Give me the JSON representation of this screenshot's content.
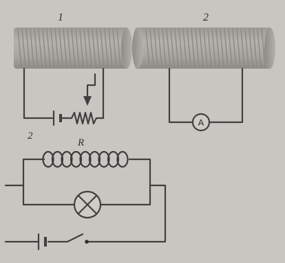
{
  "labels": {
    "coil1": "1",
    "coil2": "2",
    "coil_bottom": "2",
    "resistor": "R",
    "ammeter": "A"
  },
  "colors": {
    "background": "#c9c6c1",
    "coil_body": "#a9a6a1",
    "wire": "#3f3f3f"
  },
  "icons": {
    "ammeter": "circle-with-A",
    "lamp": "circle-with-cross",
    "battery": "cell-symbol",
    "resistor": "zigzag-resistor",
    "switch": "open-switch",
    "slider": "arrow-contact"
  }
}
